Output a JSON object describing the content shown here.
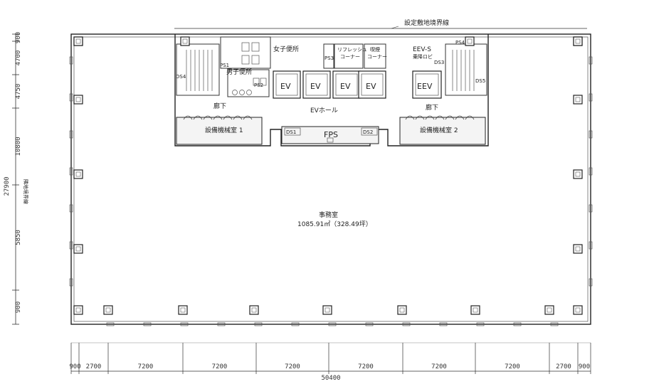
{
  "top_label": "設定敷地境界線",
  "left_label": "隣地境界線",
  "rooms": {
    "office": "事務室",
    "office_area": "1085.91㎡（328.49坪）",
    "ev_hall": "EVホール",
    "fps": "FPS",
    "ds1": "DS1",
    "ds2": "DS2",
    "ds4": "DS4",
    "ds3": "DS3",
    "ds5": "DS5",
    "ps1": "PS1",
    "ps2": "PS2",
    "ps3": "PS3",
    "ps4": "PS4",
    "womens_toilet": "女子便所",
    "mens_toilet": "男子便所",
    "refresh_corner": "リフレッシュ コーナー",
    "refresh_1": "リフレッシュ",
    "refresh_2": "コーナー",
    "smoking_1": "喫煙",
    "smoking_2": "コーナー",
    "eev_s": "EEV-S",
    "eev_lobby": "乗降ロビ",
    "corridor": "廊下",
    "equip1": "設備機械室 1",
    "equip2": "設備機械室 2",
    "ev": "EV",
    "eev": "EEV"
  },
  "dims_left": [
    "900",
    "4700",
    "4750",
    "10800",
    "5850",
    "900"
  ],
  "dim_left_total": "27900",
  "dims_bottom": [
    "900",
    "2700",
    "7200",
    "7200",
    "7200",
    "7200",
    "7200",
    "7200",
    "2700",
    "900"
  ],
  "dim_bottom_total": "50400"
}
